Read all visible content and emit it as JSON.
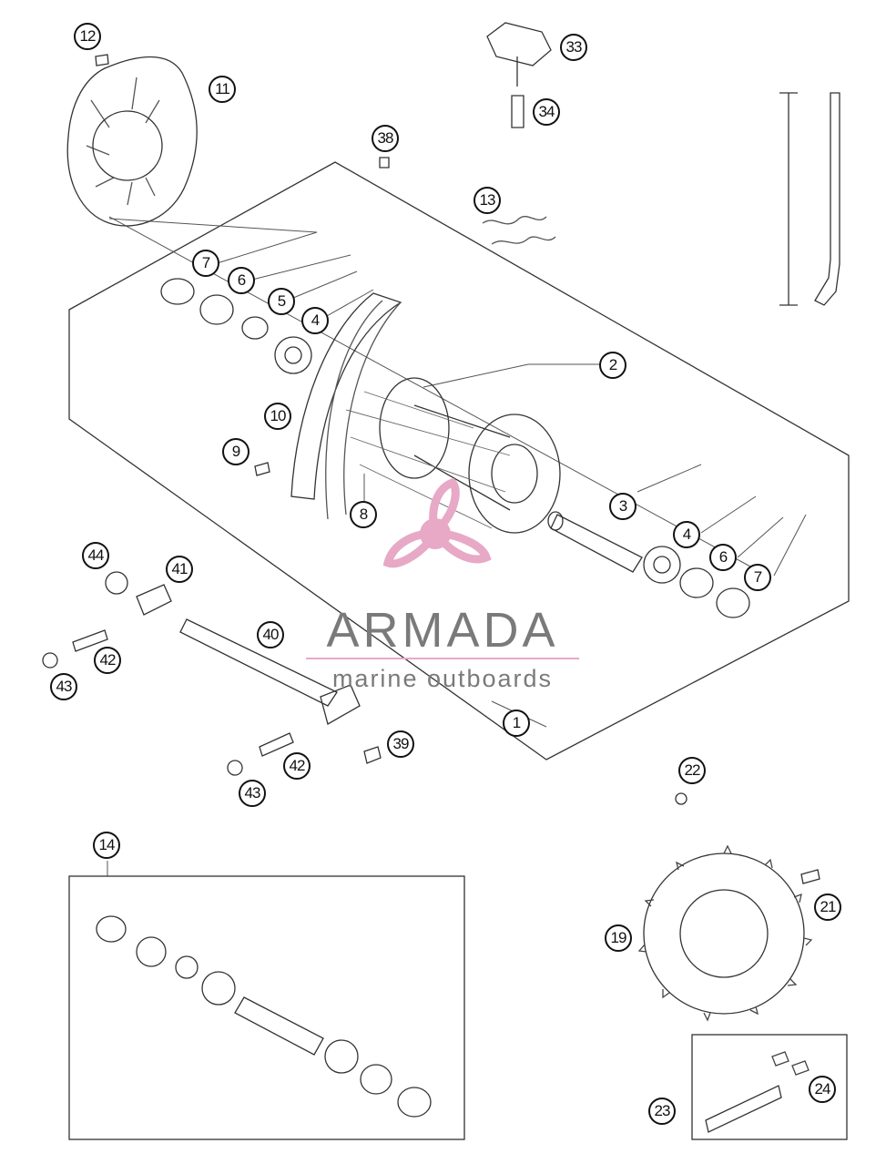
{
  "diagram": {
    "callouts": [
      {
        "id": "c1",
        "label": "1"
      },
      {
        "id": "c2",
        "label": "2"
      },
      {
        "id": "c3",
        "label": "3"
      },
      {
        "id": "c4a",
        "label": "4"
      },
      {
        "id": "c4b",
        "label": "4"
      },
      {
        "id": "c5",
        "label": "5"
      },
      {
        "id": "c6a",
        "label": "6"
      },
      {
        "id": "c6b",
        "label": "6"
      },
      {
        "id": "c7a",
        "label": "7"
      },
      {
        "id": "c7b",
        "label": "7"
      },
      {
        "id": "c8",
        "label": "8"
      },
      {
        "id": "c9",
        "label": "9"
      },
      {
        "id": "c10",
        "label": "10"
      },
      {
        "id": "c11",
        "label": "11"
      },
      {
        "id": "c12",
        "label": "12"
      },
      {
        "id": "c13",
        "label": "13"
      },
      {
        "id": "c14",
        "label": "14"
      },
      {
        "id": "c19",
        "label": "19"
      },
      {
        "id": "c21",
        "label": "21"
      },
      {
        "id": "c22",
        "label": "22"
      },
      {
        "id": "c23",
        "label": "23"
      },
      {
        "id": "c24",
        "label": "24"
      },
      {
        "id": "c33",
        "label": "33"
      },
      {
        "id": "c34",
        "label": "34"
      },
      {
        "id": "c38",
        "label": "38"
      },
      {
        "id": "c39",
        "label": "39"
      },
      {
        "id": "c40",
        "label": "40"
      },
      {
        "id": "c41",
        "label": "41"
      },
      {
        "id": "c42a",
        "label": "42"
      },
      {
        "id": "c42b",
        "label": "42"
      },
      {
        "id": "c43a",
        "label": "43"
      },
      {
        "id": "c43b",
        "label": "43"
      },
      {
        "id": "c44",
        "label": "44"
      }
    ]
  },
  "watermark": {
    "brand": "ARMADA",
    "tagline": "marine outboards",
    "logo_color": "#e7a9c6"
  }
}
